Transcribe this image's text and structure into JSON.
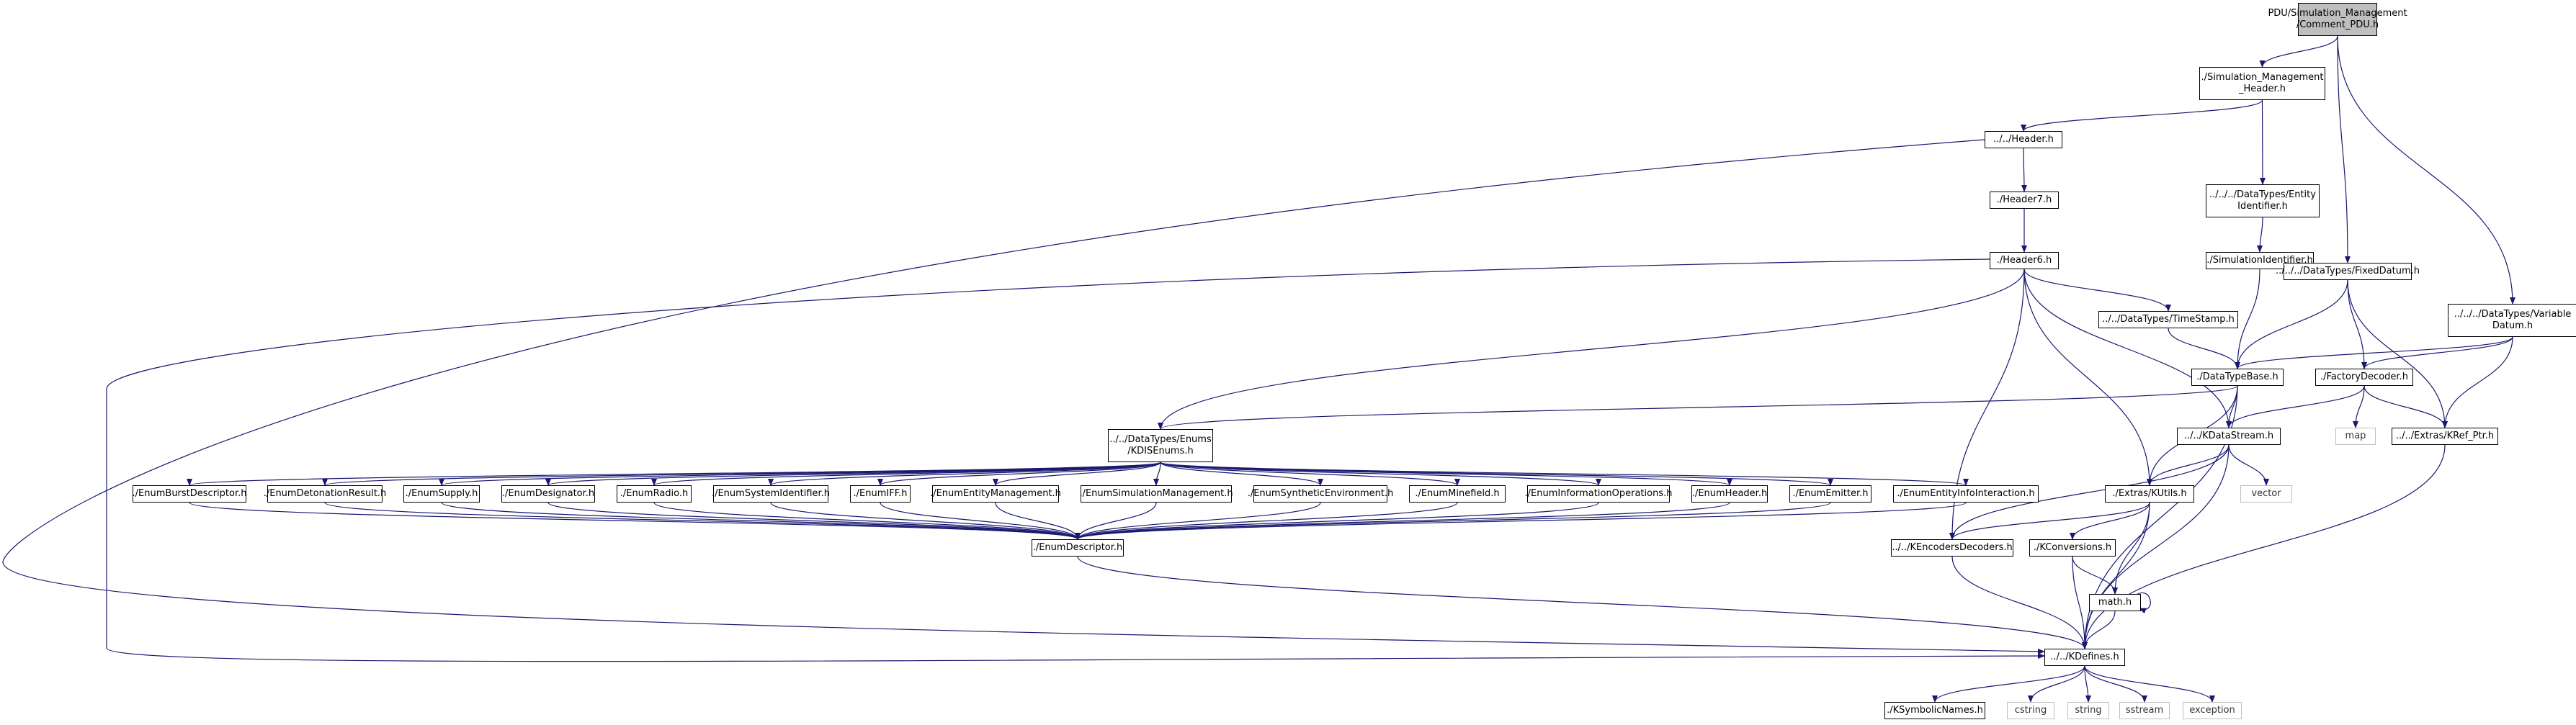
{
  "diagram": {
    "colors": {
      "edge": "#191970",
      "node_border": "#000000",
      "system_border": "#bfbfbf",
      "root_fill": "#bfbfbf"
    },
    "nodes": [
      {
        "id": "root",
        "lines": [
          "PDU/Simulation_Management",
          "/Comment_PDU.h"
        ],
        "kind": "root"
      },
      {
        "id": "simhdr",
        "lines": [
          "./Simulation_Management",
          "_Header.h"
        ],
        "kind": "file"
      },
      {
        "id": "header",
        "lines": [
          "../../Header.h"
        ],
        "kind": "file"
      },
      {
        "id": "header7",
        "lines": [
          "./Header7.h"
        ],
        "kind": "file"
      },
      {
        "id": "header6",
        "lines": [
          "./Header6.h"
        ],
        "kind": "file"
      },
      {
        "id": "entityid",
        "lines": [
          "../../../DataTypes/Entity",
          "Identifier.h"
        ],
        "kind": "file"
      },
      {
        "id": "simid",
        "lines": [
          "./SimulationIdentifier.h"
        ],
        "kind": "file"
      },
      {
        "id": "timestamp",
        "lines": [
          "../../DataTypes/TimeStamp.h"
        ],
        "kind": "file"
      },
      {
        "id": "fixeddatum",
        "lines": [
          "../../../DataTypes/FixedDatum.h"
        ],
        "kind": "file"
      },
      {
        "id": "vardatum",
        "lines": [
          "../../../DataTypes/Variable",
          "Datum.h"
        ],
        "kind": "file"
      },
      {
        "id": "datatypebase",
        "lines": [
          "./DataTypeBase.h"
        ],
        "kind": "file"
      },
      {
        "id": "factorydecoder",
        "lines": [
          "./FactoryDecoder.h"
        ],
        "kind": "file"
      },
      {
        "id": "map",
        "lines": [
          "map"
        ],
        "kind": "system"
      },
      {
        "id": "krefptr",
        "lines": [
          "../../Extras/KRef_Ptr.h"
        ],
        "kind": "file"
      },
      {
        "id": "kdatastream",
        "lines": [
          "../../KDataStream.h"
        ],
        "kind": "file"
      },
      {
        "id": "vector",
        "lines": [
          "vector"
        ],
        "kind": "system"
      },
      {
        "id": "kutils",
        "lines": [
          "./Extras/KUtils.h"
        ],
        "kind": "file"
      },
      {
        "id": "kencoders",
        "lines": [
          "../../KEncodersDecoders.h"
        ],
        "kind": "file"
      },
      {
        "id": "kconversions",
        "lines": [
          "./KConversions.h"
        ],
        "kind": "file"
      },
      {
        "id": "math",
        "lines": [
          "math.h"
        ],
        "kind": "file"
      },
      {
        "id": "kdefines",
        "lines": [
          "../../KDefines.h"
        ],
        "kind": "file"
      },
      {
        "id": "ksymbolic",
        "lines": [
          "./KSymbolicNames.h"
        ],
        "kind": "file"
      },
      {
        "id": "cstring",
        "lines": [
          "cstring"
        ],
        "kind": "system"
      },
      {
        "id": "string",
        "lines": [
          "string"
        ],
        "kind": "system"
      },
      {
        "id": "sstream",
        "lines": [
          "sstream"
        ],
        "kind": "system"
      },
      {
        "id": "exception",
        "lines": [
          "exception"
        ],
        "kind": "system"
      },
      {
        "id": "disenums",
        "lines": [
          "../../DataTypes/Enums",
          "/KDISEnums.h"
        ],
        "kind": "file"
      },
      {
        "id": "burst",
        "lines": [
          "./EnumBurstDescriptor.h"
        ],
        "kind": "file"
      },
      {
        "id": "detonation",
        "lines": [
          "./EnumDetonationResult.h"
        ],
        "kind": "file"
      },
      {
        "id": "supply",
        "lines": [
          "./EnumSupply.h"
        ],
        "kind": "file"
      },
      {
        "id": "designator",
        "lines": [
          "./EnumDesignator.h"
        ],
        "kind": "file"
      },
      {
        "id": "radio",
        "lines": [
          "./EnumRadio.h"
        ],
        "kind": "file"
      },
      {
        "id": "sysid",
        "lines": [
          "./EnumSystemIdentifier.h"
        ],
        "kind": "file"
      },
      {
        "id": "iff",
        "lines": [
          "./EnumIFF.h"
        ],
        "kind": "file"
      },
      {
        "id": "entmgmt",
        "lines": [
          "./EnumEntityManagement.h"
        ],
        "kind": "file"
      },
      {
        "id": "simmgmt",
        "lines": [
          "./EnumSimulationManagement.h"
        ],
        "kind": "file"
      },
      {
        "id": "synthenv",
        "lines": [
          "./EnumSyntheticEnvironment.h"
        ],
        "kind": "file"
      },
      {
        "id": "minefield",
        "lines": [
          "./EnumMinefield.h"
        ],
        "kind": "file"
      },
      {
        "id": "infoops",
        "lines": [
          "./EnumInformationOperations.h"
        ],
        "kind": "file"
      },
      {
        "id": "enumheader",
        "lines": [
          "./EnumHeader.h"
        ],
        "kind": "file"
      },
      {
        "id": "emitter",
        "lines": [
          "./EnumEmitter.h"
        ],
        "kind": "file"
      },
      {
        "id": "entinfo",
        "lines": [
          "./EnumEntityInfoInteraction.h"
        ],
        "kind": "file"
      },
      {
        "id": "enumdesc",
        "lines": [
          "./EnumDescriptor.h"
        ],
        "kind": "file"
      }
    ],
    "edges": [
      [
        "root",
        "simhdr"
      ],
      [
        "root",
        "fixeddatum"
      ],
      [
        "root",
        "vardatum"
      ],
      [
        "simhdr",
        "header"
      ],
      [
        "simhdr",
        "entityid"
      ],
      [
        "header",
        "header7"
      ],
      [
        "header",
        "kdefines"
      ],
      [
        "header7",
        "header6"
      ],
      [
        "header6",
        "disenums"
      ],
      [
        "header6",
        "timestamp"
      ],
      [
        "header6",
        "kdatastream"
      ],
      [
        "header6",
        "kutils"
      ],
      [
        "header6",
        "kencoders"
      ],
      [
        "header6",
        "kdefines"
      ],
      [
        "entityid",
        "simid"
      ],
      [
        "simid",
        "datatypebase"
      ],
      [
        "timestamp",
        "datatypebase"
      ],
      [
        "fixeddatum",
        "datatypebase"
      ],
      [
        "fixeddatum",
        "factorydecoder"
      ],
      [
        "fixeddatum",
        "krefptr"
      ],
      [
        "vardatum",
        "datatypebase"
      ],
      [
        "vardatum",
        "factorydecoder"
      ],
      [
        "vardatum",
        "krefptr"
      ],
      [
        "datatypebase",
        "disenums"
      ],
      [
        "datatypebase",
        "kdatastream"
      ],
      [
        "datatypebase",
        "kutils"
      ],
      [
        "datatypebase",
        "kdefines"
      ],
      [
        "factorydecoder",
        "kdatastream"
      ],
      [
        "factorydecoder",
        "map"
      ],
      [
        "factorydecoder",
        "krefptr"
      ],
      [
        "krefptr",
        "kdefines"
      ],
      [
        "kdatastream",
        "vector"
      ],
      [
        "kdatastream",
        "kutils"
      ],
      [
        "kdatastream",
        "kencoders"
      ],
      [
        "kdatastream",
        "kdefines"
      ],
      [
        "kutils",
        "kencoders"
      ],
      [
        "kutils",
        "kconversions"
      ],
      [
        "kutils",
        "math"
      ],
      [
        "kutils",
        "kdefines"
      ],
      [
        "kencoders",
        "kdefines"
      ],
      [
        "kconversions",
        "math"
      ],
      [
        "kconversions",
        "kdefines"
      ],
      [
        "math",
        "math"
      ],
      [
        "math",
        "kdefines"
      ],
      [
        "kdefines",
        "ksymbolic"
      ],
      [
        "kdefines",
        "cstring"
      ],
      [
        "kdefines",
        "string"
      ],
      [
        "kdefines",
        "sstream"
      ],
      [
        "kdefines",
        "exception"
      ],
      [
        "disenums",
        "burst"
      ],
      [
        "disenums",
        "detonation"
      ],
      [
        "disenums",
        "supply"
      ],
      [
        "disenums",
        "designator"
      ],
      [
        "disenums",
        "radio"
      ],
      [
        "disenums",
        "sysid"
      ],
      [
        "disenums",
        "iff"
      ],
      [
        "disenums",
        "entmgmt"
      ],
      [
        "disenums",
        "simmgmt"
      ],
      [
        "disenums",
        "synthenv"
      ],
      [
        "disenums",
        "minefield"
      ],
      [
        "disenums",
        "infoops"
      ],
      [
        "disenums",
        "enumheader"
      ],
      [
        "disenums",
        "emitter"
      ],
      [
        "disenums",
        "entinfo"
      ],
      [
        "burst",
        "enumdesc"
      ],
      [
        "detonation",
        "enumdesc"
      ],
      [
        "supply",
        "enumdesc"
      ],
      [
        "designator",
        "enumdesc"
      ],
      [
        "radio",
        "enumdesc"
      ],
      [
        "sysid",
        "enumdesc"
      ],
      [
        "iff",
        "enumdesc"
      ],
      [
        "entmgmt",
        "enumdesc"
      ],
      [
        "simmgmt",
        "enumdesc"
      ],
      [
        "synthenv",
        "enumdesc"
      ],
      [
        "minefield",
        "enumdesc"
      ],
      [
        "infoops",
        "enumdesc"
      ],
      [
        "enumheader",
        "enumdesc"
      ],
      [
        "emitter",
        "enumdesc"
      ],
      [
        "entinfo",
        "enumdesc"
      ],
      [
        "enumdesc",
        "kdefines"
      ]
    ]
  }
}
